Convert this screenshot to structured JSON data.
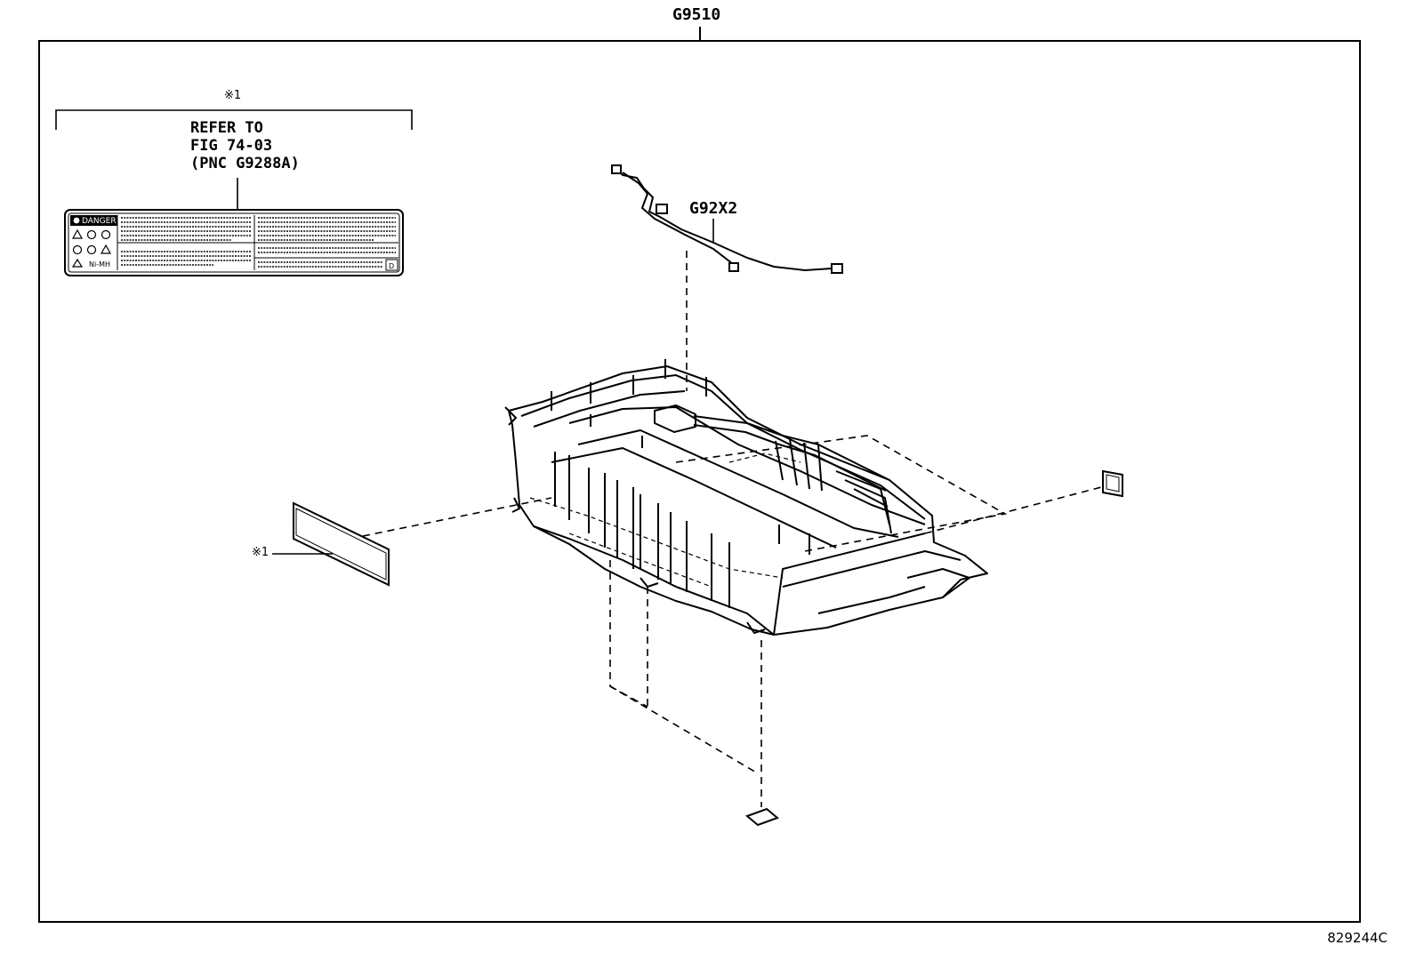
{
  "title_part": "G9510",
  "parts": {
    "wire_harness": "G92X2"
  },
  "note": {
    "marker": "※1",
    "refer_lines": [
      "REFER TO",
      "FIG 74-03",
      "(PNC G9288A)"
    ]
  },
  "label_card": {
    "heading": "DANGER",
    "battery_type": "Ni-MH",
    "corner_letter": "D"
  },
  "footer_code": "829244C"
}
